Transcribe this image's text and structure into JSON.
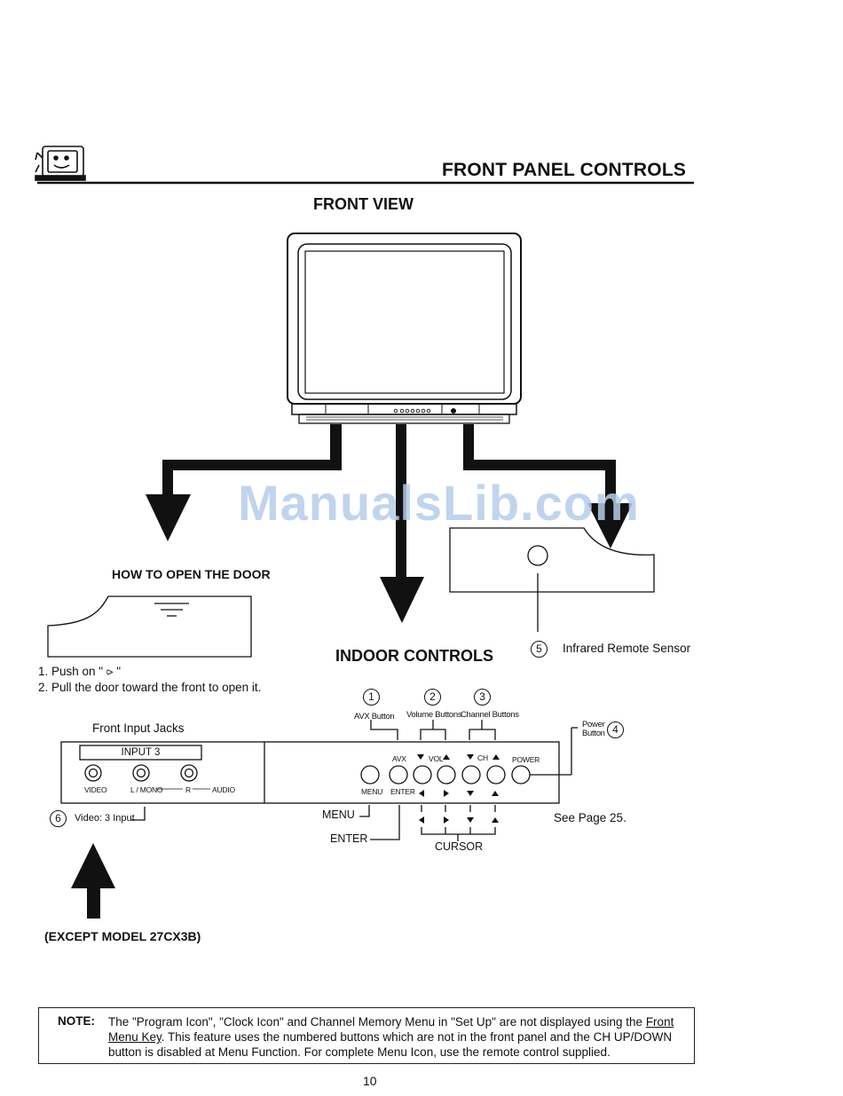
{
  "header": {
    "title": "FRONT PANEL CONTROLS",
    "logo_icon": "tv-mascot-icon"
  },
  "front_view": {
    "title": "FRONT VIEW"
  },
  "door": {
    "title": "HOW TO OPEN THE DOOR",
    "step1": "1.  Push on \" ⪧ \"",
    "step2": "2.  Pull the door toward the front to open it."
  },
  "sensor": {
    "number": "5",
    "label": "Infrared Remote Sensor"
  },
  "indoor": {
    "title": "INDOOR CONTROLS",
    "see_page": "See Page 25."
  },
  "callouts": {
    "n1": "1",
    "avx_button": "AVX Button",
    "n2": "2",
    "volume_buttons": "Volume Buttons",
    "n3": "3",
    "channel_buttons": "Channel Buttons",
    "power_button_line1": "Power",
    "power_button_line2": "Button",
    "n4": "4"
  },
  "panel": {
    "avx": "AVX",
    "vol": "VOL",
    "ch": "CH",
    "power": "POWER",
    "menu_small": "MENU",
    "enter_small": "ENTER"
  },
  "lower_labels": {
    "menu": "MENU",
    "enter": "ENTER",
    "cursor": "CURSOR"
  },
  "jacks": {
    "title": "Front Input Jacks",
    "input_label": "INPUT 3",
    "video": "VIDEO",
    "l_mono": "L / MONO",
    "r": "R",
    "audio": "AUDIO",
    "n6": "6",
    "video_input": "Video: 3 Input"
  },
  "except_note": "(EXCEPT MODEL 27CX3B)",
  "note": {
    "label": "NOTE:",
    "text_part1": "The \"Program Icon\", \"Clock Icon\" and Channel Memory Menu in \"Set Up\" are not displayed using the ",
    "link": "Front Menu Key",
    "text_part2": ". This feature uses the numbered buttons which are not in the front panel and the CH UP/DOWN button is disabled at Menu Function. For complete Menu Icon, use the remote control supplied."
  },
  "page_number": "10",
  "watermark": "ManualsLib.com"
}
